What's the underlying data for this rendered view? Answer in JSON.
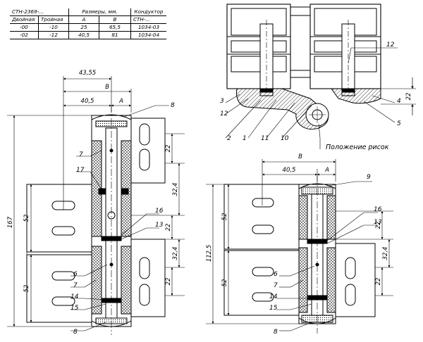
{
  "spec_table": {
    "header_row1": {
      "col1": "СТН-2369-...",
      "col2": "Размеры, мм.",
      "col3": "Кондуктор"
    },
    "header_row2": {
      "c1": "Двойная",
      "c2": "Тройная",
      "c3": "A",
      "c4": "B",
      "c5": "СТН-..."
    },
    "rows": [
      {
        "c1": "-00",
        "c2": "-10",
        "c3": "25",
        "c4": "65,5",
        "c5": "1034-03"
      },
      {
        "c1": "-02",
        "c2": "-12",
        "c3": "40,5",
        "c4": "81",
        "c5": "1034-04"
      }
    ]
  },
  "left_view": {
    "dims": {
      "d_43_55": "43,55",
      "d_B": "B",
      "d_40_5": "40,5",
      "d_A": "A",
      "d_167": "167",
      "d_52a": "52",
      "d_52b": "52",
      "d_22a": "22",
      "d_32_4a": "32,4",
      "d_22b": "22",
      "d_32_4b": "32,4",
      "d_22c": "22"
    },
    "callouts": {
      "p8a": "8",
      "p7a": "7",
      "p17": "17",
      "p16": "16",
      "p13": "13",
      "p6": "6",
      "p7b": "7",
      "p14": "14",
      "p15": "15",
      "p8b": "8"
    }
  },
  "top_view": {
    "dims": {
      "d_12": "12",
      "d_22": "22"
    },
    "callouts": {
      "p3": "3",
      "p12": "12",
      "p2": "2",
      "p1": "1",
      "p11": "11",
      "p10": "10",
      "p4": "4",
      "p5": "5"
    },
    "note": "Положение рисок"
  },
  "right_view": {
    "dims": {
      "d_B": "B",
      "d_40_5": "40,5",
      "d_A": "A",
      "d_112_5": "112,5",
      "d_52a": "52",
      "d_52b": "52",
      "d_22a": "22",
      "d_32_4": "32,4",
      "d_22b": "22"
    },
    "callouts": {
      "p9": "9",
      "p16": "16",
      "p13": "13",
      "p6": "6",
      "p7": "7",
      "p14": "14",
      "p15": "15",
      "p8": "8"
    }
  }
}
